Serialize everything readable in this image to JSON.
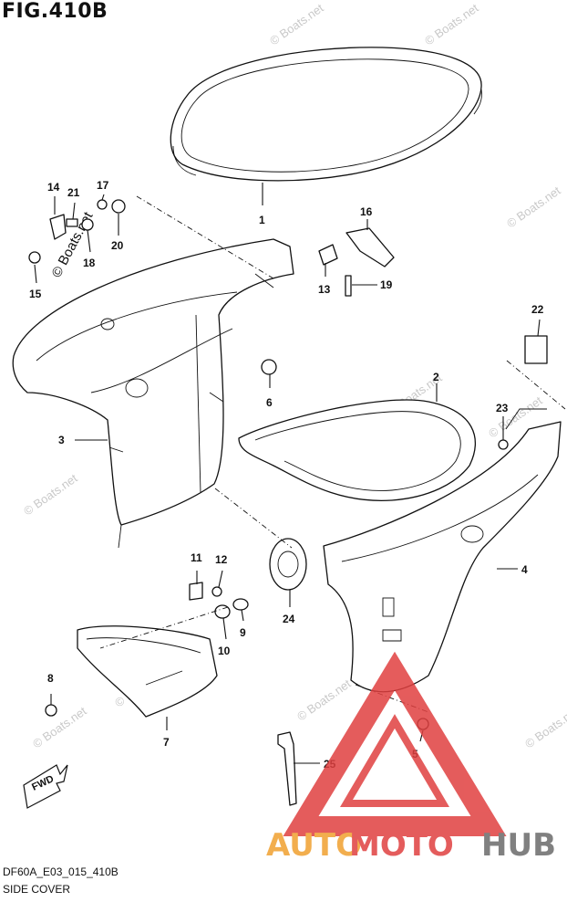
{
  "figure": {
    "title": "FIG.410B",
    "code": "DF60A_E03_015_410B",
    "name": "SIDE COVER"
  },
  "callouts": [
    "1",
    "2",
    "3",
    "4",
    "5",
    "6",
    "7",
    "8",
    "9",
    "10",
    "11",
    "12",
    "13",
    "14",
    "15",
    "16",
    "17",
    "18",
    "19",
    "20",
    "21",
    "22",
    "23",
    "24",
    "25"
  ],
  "fwd_label": "FWD",
  "watermark": {
    "text": "© Boats.net",
    "logo_part1": "AUTO",
    "logo_part2": "MOTO",
    "logo_part3": "HUB",
    "colors": {
      "red": "#e04040",
      "orange": "#f0a030",
      "gray": "#6a6a6a"
    }
  }
}
